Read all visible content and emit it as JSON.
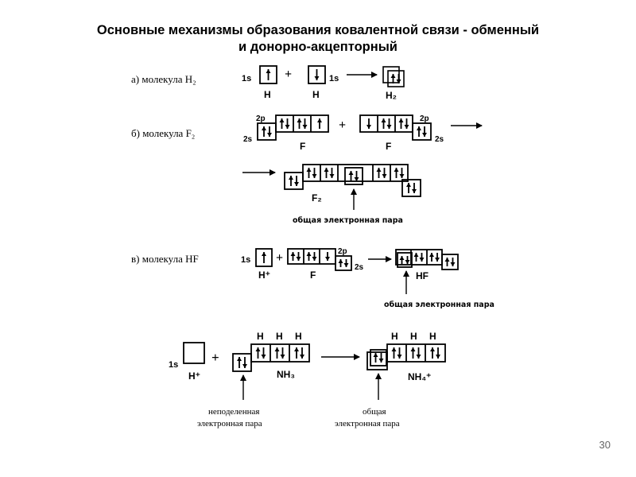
{
  "slide": {
    "title_line1": "Основные механизмы образования ковалентной связи - обменный",
    "title_line2": "и донорно-акцепторный",
    "page_number": "30"
  },
  "row_a": {
    "label": "а)  молекула H₂",
    "orbital_left": "1s",
    "orbital_right": "1s",
    "atom_left": "H",
    "atom_right": "H",
    "product": "H₂",
    "plus": "+"
  },
  "row_b": {
    "label": "б)  молекула F₂",
    "orbital_2p_left": "2p",
    "orbital_2s_left": "2s",
    "orbital_2p_right": "2p",
    "orbital_2s_right": "2s",
    "atom_left": "F",
    "atom_right": "F",
    "product": "F₂",
    "plus": "+",
    "caption": "общая электронная пара"
  },
  "row_c": {
    "label": "в)  молекула HF",
    "orbital_1s": "1s",
    "orbital_2p": "2p",
    "orbital_2s": "2s",
    "atom_h": "H⁺",
    "atom_f": "F",
    "product": "HF",
    "plus": "+",
    "caption": "общая электронная пара"
  },
  "row_d": {
    "orbital_1s": "1s",
    "atom_h": "H⁺",
    "plus": "+",
    "h_labels": [
      "H",
      "H",
      "H"
    ],
    "reactant": "NH₃",
    "product": "NH₄⁺",
    "caption_left_line1": "неподеленная",
    "caption_left_line2": "электронная пара",
    "caption_right_line1": "общая",
    "caption_right_line2": "электронная пара"
  }
}
